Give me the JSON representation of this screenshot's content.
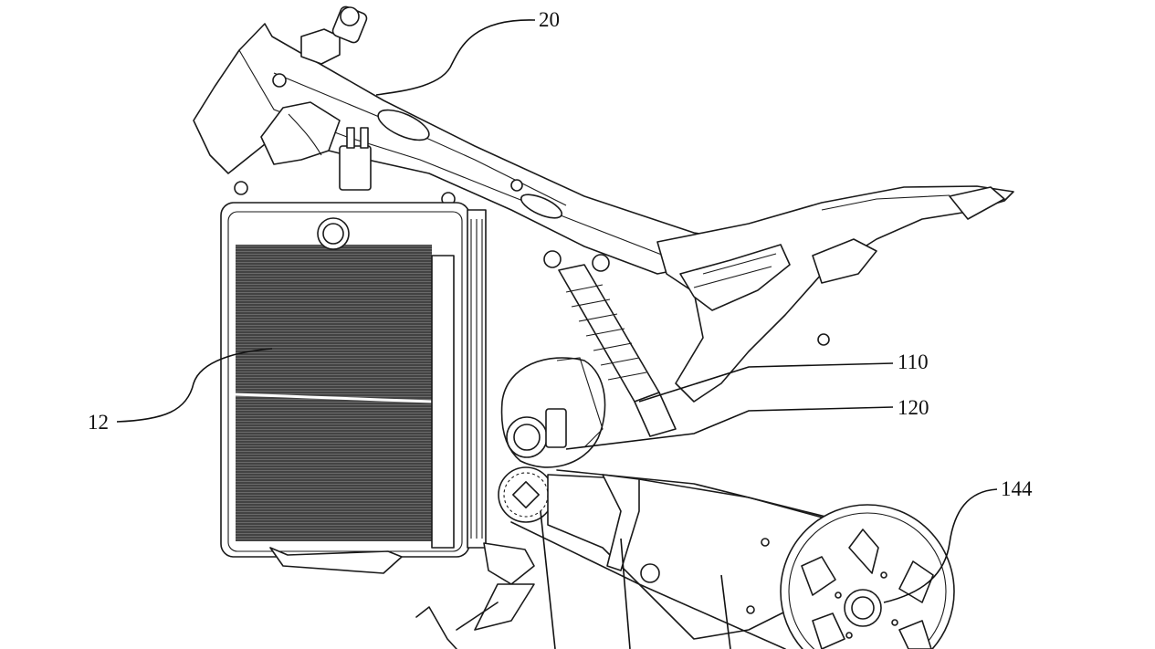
{
  "figure": {
    "callouts": {
      "frame": "20",
      "radiator": "12",
      "motor": "110",
      "pulley": "120",
      "rear_sprocket": "144"
    }
  }
}
